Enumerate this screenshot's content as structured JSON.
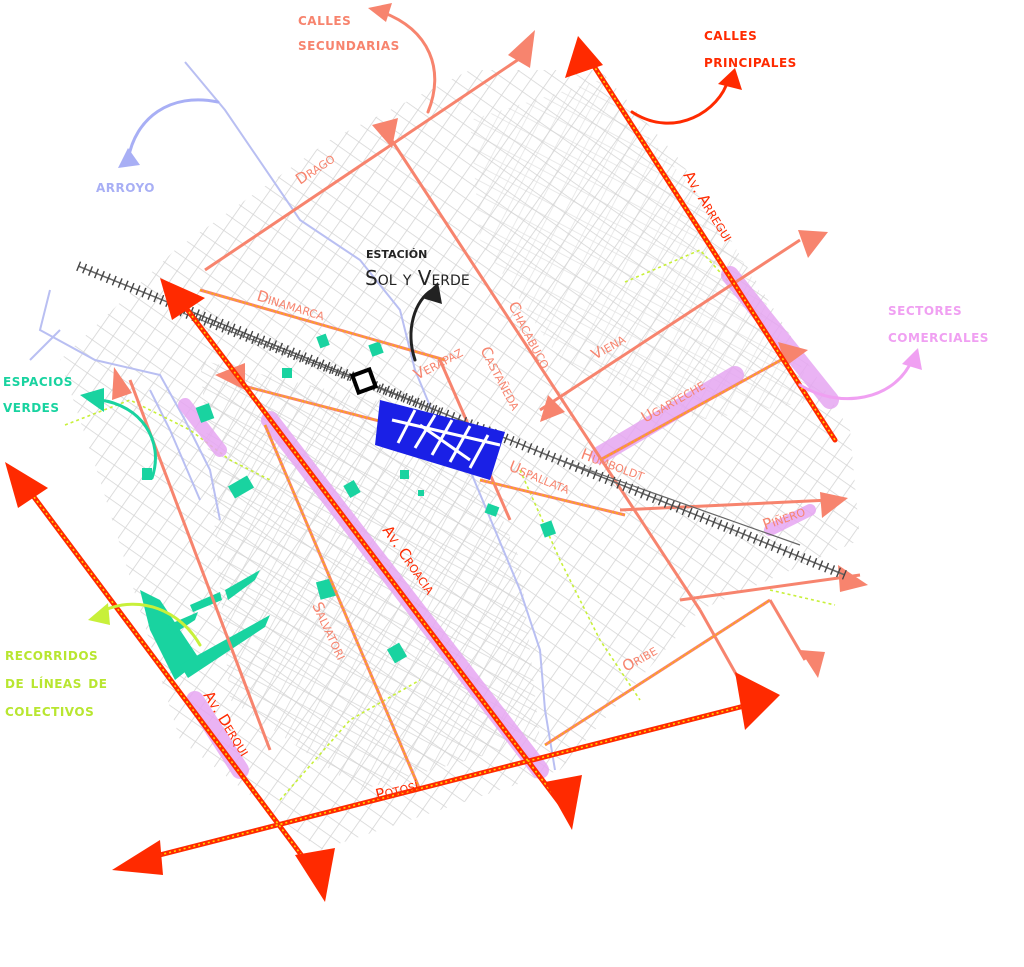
{
  "legend": {
    "calles_secundarias": [
      "calles",
      "secundarias"
    ],
    "calles_principales": [
      "calles",
      "principales"
    ],
    "arroyo": "arroyo",
    "estacion": [
      "estación",
      "Sol y Verde"
    ],
    "sectores_comerciales": [
      "sectores",
      "comerciales"
    ],
    "espacios_verdes": [
      "espacios",
      "verdes"
    ],
    "recorridos": [
      "recorridos",
      "de líneas de",
      "colectivos"
    ]
  },
  "streets": {
    "drago": "Drago",
    "dinamarca": "Dinamarca",
    "verapaz": "Verapaz",
    "castaneda": "Castañeda",
    "chacabuco": "Chacabuco",
    "viena": "Viena",
    "av_arregui": "Av. Arregui",
    "ugarteche": "Ugarteche",
    "humboldt": "Humboldt",
    "uspallata": "Uspallata",
    "pinero": "Piñero",
    "av_croacia": "Av. Croacia",
    "salvatori": "Salvatori",
    "oribe": "Oribe",
    "potosi": "Potosí",
    "av_derqui": "Av. Derqui"
  },
  "colors": {
    "primary": "#ff2a00",
    "secondary": "#f7846e",
    "creek": "#b9bff2",
    "green": "#19d3a0",
    "bus": "#c8f03a",
    "commercial": "#e6a6f2",
    "station": "#1a20e6",
    "grid": "#cfcfcf"
  }
}
